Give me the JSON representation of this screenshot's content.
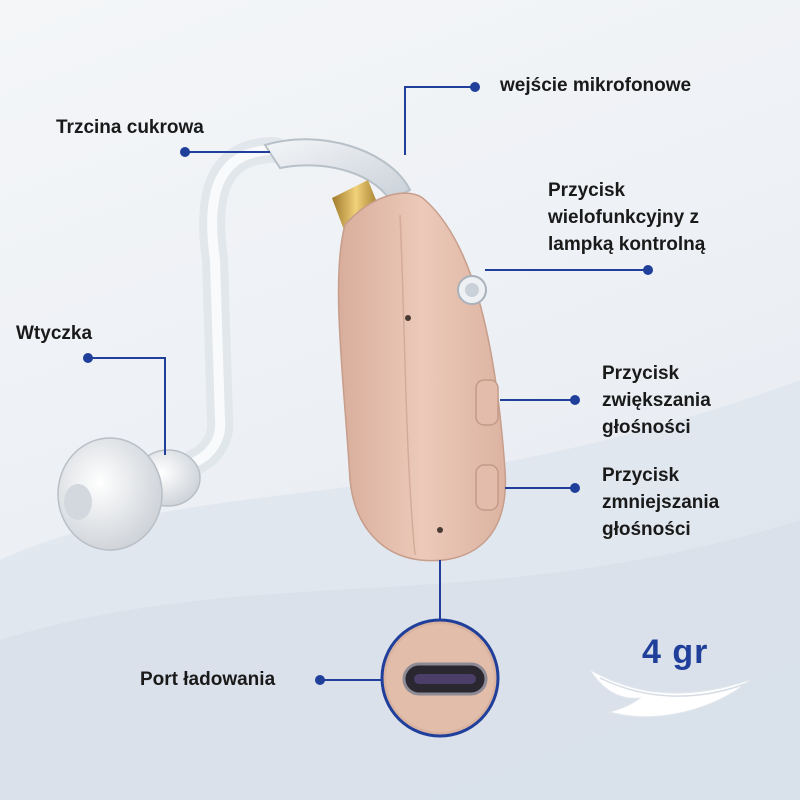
{
  "labels": {
    "microphone": "wejście mikrofonowe",
    "tube": "Trzcina cukrowa",
    "multifunction": [
      "Przycisk",
      "wielofunkcyjny z",
      "lampką kontrolną"
    ],
    "plug": "Wtyczka",
    "volume_up": [
      "Przycisk",
      "zwiększania",
      "głośności"
    ],
    "volume_down": [
      "Przycisk",
      "zmniejszania",
      "głośności"
    ],
    "charging_port": "Port ładowania"
  },
  "weight": "4 gr",
  "icons": {
    "weight": "feather-icon",
    "port": "usb-c-port-icon"
  },
  "colors": {
    "accent": "#1f3f9b",
    "body": "#e8c4b4",
    "text": "#1a1a1a"
  }
}
